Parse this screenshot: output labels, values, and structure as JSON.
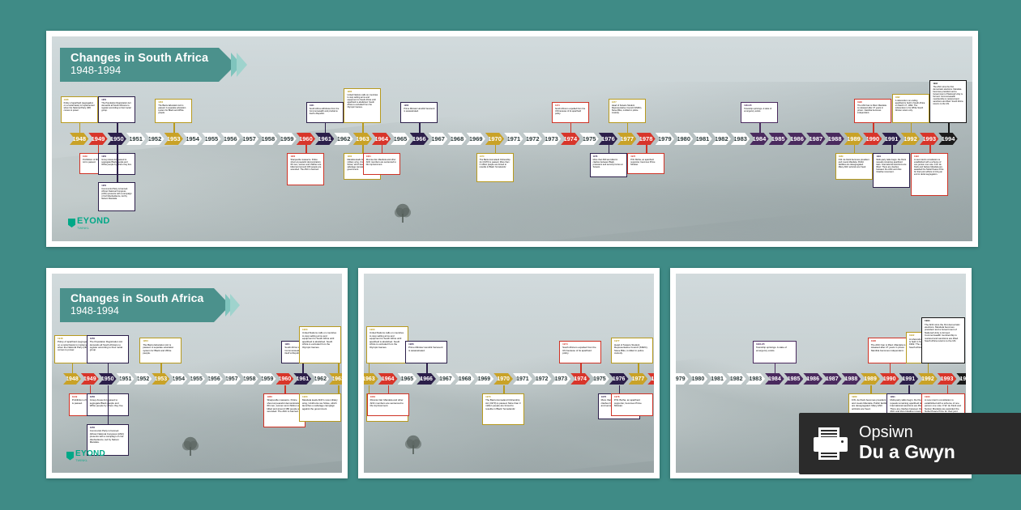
{
  "background_color": "#3f8b86",
  "header": {
    "title": "Changes in South Africa",
    "subtitle": "1948-1994"
  },
  "logo": {
    "wordmark": "EYOND",
    "tagline": "TWINKL"
  },
  "print_badge": {
    "option_label": "Opsiwn",
    "option_value": "Du a Gwyn",
    "icon": "printer-icon"
  },
  "colors": {
    "teal": "#3f8b86",
    "banner": "#4b918c",
    "gold": "#c9a227",
    "red": "#d8352a",
    "navy": "#2c1f4a",
    "plum": "#4a2a5e",
    "black": "#1b1b1b"
  },
  "timeline": {
    "start_year": 1948,
    "end_year": 1994,
    "years": [
      {
        "year": "1948",
        "style": "gold"
      },
      {
        "year": "1949",
        "style": "red"
      },
      {
        "year": "1950",
        "style": "navy"
      },
      {
        "year": "1951",
        "style": "plain"
      },
      {
        "year": "1952",
        "style": "plain"
      },
      {
        "year": "1953",
        "style": "gold"
      },
      {
        "year": "1954",
        "style": "plain"
      },
      {
        "year": "1955",
        "style": "plain"
      },
      {
        "year": "1956",
        "style": "plain"
      },
      {
        "year": "1957",
        "style": "plain"
      },
      {
        "year": "1958",
        "style": "plain"
      },
      {
        "year": "1959",
        "style": "plain"
      },
      {
        "year": "1960",
        "style": "red"
      },
      {
        "year": "1961",
        "style": "navy"
      },
      {
        "year": "1962",
        "style": "plain"
      },
      {
        "year": "1963",
        "style": "gold"
      },
      {
        "year": "1964",
        "style": "red"
      },
      {
        "year": "1965",
        "style": "plain"
      },
      {
        "year": "1966",
        "style": "navy"
      },
      {
        "year": "1967",
        "style": "plain"
      },
      {
        "year": "1968",
        "style": "plain"
      },
      {
        "year": "1969",
        "style": "plain"
      },
      {
        "year": "1970",
        "style": "gold"
      },
      {
        "year": "1971",
        "style": "plain"
      },
      {
        "year": "1972",
        "style": "plain"
      },
      {
        "year": "1973",
        "style": "plain"
      },
      {
        "year": "1974",
        "style": "red"
      },
      {
        "year": "1975",
        "style": "plain"
      },
      {
        "year": "1976",
        "style": "navy"
      },
      {
        "year": "1977",
        "style": "gold"
      },
      {
        "year": "1978",
        "style": "red"
      },
      {
        "year": "1979",
        "style": "plain"
      },
      {
        "year": "1980",
        "style": "plain"
      },
      {
        "year": "1981",
        "style": "plain"
      },
      {
        "year": "1982",
        "style": "plain"
      },
      {
        "year": "1983",
        "style": "plain"
      },
      {
        "year": "1984",
        "style": "plum"
      },
      {
        "year": "1985",
        "style": "plum"
      },
      {
        "year": "1986",
        "style": "plum"
      },
      {
        "year": "1987",
        "style": "plum"
      },
      {
        "year": "1988",
        "style": "plum"
      },
      {
        "year": "1989",
        "style": "gold"
      },
      {
        "year": "1990",
        "style": "red"
      },
      {
        "year": "1991",
        "style": "navy"
      },
      {
        "year": "1992",
        "style": "gold"
      },
      {
        "year": "1993",
        "style": "red"
      },
      {
        "year": "1994",
        "style": "black"
      }
    ],
    "events": [
      {
        "id": "e1948",
        "year": "1948",
        "side": "above",
        "color": "gold",
        "text": "Policy of apartheid (segregation on a racial basis) is implemented when the National Party (NP) comes to power."
      },
      {
        "id": "e1949",
        "year": "1949",
        "side": "below",
        "color": "red",
        "text": "Prohibition of Mixed Marriages Act is passed."
      },
      {
        "id": "e1950a",
        "year": "1950",
        "side": "above",
        "color": "navy",
        "text": "The Population Registration Act demands all South Africans to register according to their racial group."
      },
      {
        "id": "e1950b",
        "year": "1950",
        "side": "below",
        "color": "navy",
        "text": "Group Areas Act passed to segregate Black people and White people by where they live."
      },
      {
        "id": "e1950c",
        "year": "1950",
        "side": "below2",
        "color": "navy",
        "text": "Communist Party is banned. African National Congress (ANC) presents with a campaign of civil disobedience, led by Nelson Mandela."
      },
      {
        "id": "e1953",
        "year": "1953",
        "side": "above",
        "color": "gold",
        "text": "The Bantu Education Act is passed. A separate education system for Black and White people."
      },
      {
        "id": "e1960a",
        "year": "1960",
        "side": "below",
        "color": "red",
        "text": "Sharpeville massacre. Police shoot at peaceful demonstrators; 69 men, women and children are killed and around 180 people are wounded. The ANC is banned."
      },
      {
        "id": "e1961",
        "year": "1961",
        "side": "above",
        "color": "navy",
        "text": "South Africa withdraws from the Commonwealth and proclaims itself a Republic."
      },
      {
        "id": "e1963a",
        "year": "1963",
        "side": "above",
        "color": "gold",
        "text": "United Nations calls on countries to stop selling arms and equipment to South Africa until apartheid is abolished. South Africa is excluded from the Olympic Games."
      },
      {
        "id": "e1963b",
        "year": "1963",
        "side": "below",
        "color": "gold",
        "text": "Mandela leads ANC's new military wing, Umkhonto we Sizwe, which launches a sabotage campaign against the government."
      },
      {
        "id": "e1964",
        "year": "1964",
        "side": "below",
        "color": "red",
        "text": "Rivonia trial. Mandela and other ANC members are sentenced to life imprisonment."
      },
      {
        "id": "e1966",
        "year": "1966",
        "side": "above",
        "color": "navy",
        "text": "Prime Minister Hendrik Verwoerd is assassinated."
      },
      {
        "id": "e1970",
        "year": "1970",
        "side": "below",
        "color": "gold",
        "text": "The Bantu Homeland Citizenship Act (1970) is passed. More than 3 million people are forced to resettle in Black 'homelands'."
      },
      {
        "id": "e1974",
        "year": "1974",
        "side": "above",
        "color": "red",
        "text": "South Africa is expelled from the UN because of its apartheid policy."
      },
      {
        "id": "e1976",
        "year": "1976",
        "side": "below",
        "color": "navy",
        "text": "More than 600 are killed in clashes between Black protesters and security forces at Soweto."
      },
      {
        "id": "e1977",
        "year": "1977",
        "side": "above",
        "color": "gold",
        "text": "Head of Soweto Student Representative Council (SSRC), Steve Biko, is killed in police custody."
      },
      {
        "id": "e1978",
        "year": "1978",
        "side": "below",
        "color": "red",
        "text": "P.W. Botha, an apartheid supporter, becomes Prime Minister."
      },
      {
        "id": "e1984",
        "year": "1984-85",
        "side": "above",
        "color": "plum",
        "text": "Township uprisings. A state of emergency exists."
      },
      {
        "id": "e1989a",
        "year": "1989",
        "side": "below",
        "color": "gold",
        "text": "F.W. de Klerk becomes president and meets Mandela. Public facilities are desegregated. Many ANC activists are freed."
      },
      {
        "id": "e1990",
        "year": "1990",
        "side": "above",
        "color": "red",
        "text": "The ANC ban is lifted. Mandela is released after 27 years in prison. Namibia becomes independent."
      },
      {
        "id": "e1991",
        "year": "1991",
        "side": "below",
        "color": "navy",
        "text": "Multi-party talks begin. De Klerk repeals remaining apartheid laws. International sanctions are lifted. There are clashes between the ANC and Zulu Inkatha movement."
      },
      {
        "id": "e1992",
        "year": "1992",
        "side": "above",
        "color": "gold",
        "text": "A referendum on ending apartheid is held in South Africa on March 17, 1992. The referendum is for White South African voters only."
      },
      {
        "id": "e1993",
        "year": "1993",
        "side": "below",
        "color": "red",
        "text": "A new interim constitution is established with a scheme of one person one vote. F.W. de Klerk and Nelson Mandela are awarded the Nobel Peace Prize for their joint efforts in bring an end to racial segregation."
      },
      {
        "id": "e1994",
        "year": "1994",
        "side": "above",
        "color": "black",
        "text": "The ANC wins the first democratic elections. Mandela becomes president and a Government of National Unity is formed. Commonwealth membership is restored and sanctions are lifted. South Africa returns to the UN."
      }
    ]
  },
  "panels": [
    {
      "id": "panel-full",
      "label": "full-timeline-preview"
    },
    {
      "id": "panel-page-1",
      "label": "page-1-preview"
    },
    {
      "id": "panel-page-2",
      "label": "page-2-preview"
    },
    {
      "id": "panel-page-3",
      "label": "page-3-preview"
    }
  ]
}
